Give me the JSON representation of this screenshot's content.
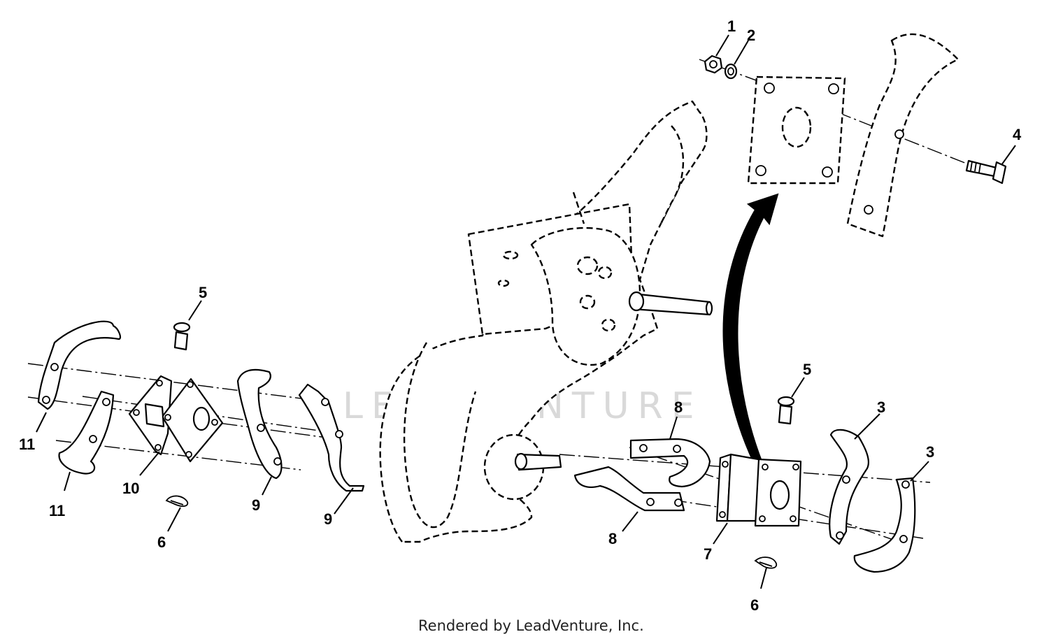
{
  "callouts": {
    "c1": "1",
    "c2": "2",
    "c4": "4",
    "c5_left": "5",
    "c5_right": "5",
    "c3_a": "3",
    "c3_b": "3",
    "c8_top": "8",
    "c8_bottom": "8",
    "c7": "7",
    "c6_left": "6",
    "c6_right": "6",
    "c9_a": "9",
    "c9_b": "9",
    "c10": "10",
    "c11_top": "11",
    "c11_bottom": "11"
  },
  "watermark": "LEADVENTURE",
  "footer": "Rendered by LeadVenture, Inc."
}
